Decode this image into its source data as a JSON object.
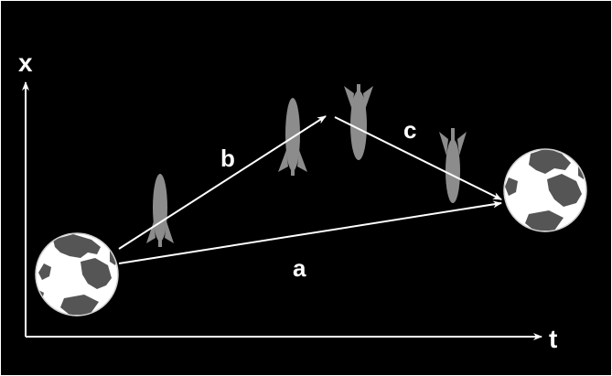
{
  "axes": {
    "x_label": "x",
    "t_label": "t"
  },
  "paths": {
    "a_label": "a",
    "b_label": "b",
    "c_label": "c"
  },
  "colors": {
    "background": "#000000",
    "lines": "#ffffff",
    "rocket": "#8c8c8c",
    "land": "#555555",
    "ocean": "#ffffff"
  },
  "icons": {
    "start": "earth-globe-icon",
    "end": "earth-globe-icon",
    "rockets": [
      "rocket-ascending-icon",
      "rocket-ascending-icon",
      "rocket-descending-icon",
      "rocket-descending-icon"
    ]
  }
}
